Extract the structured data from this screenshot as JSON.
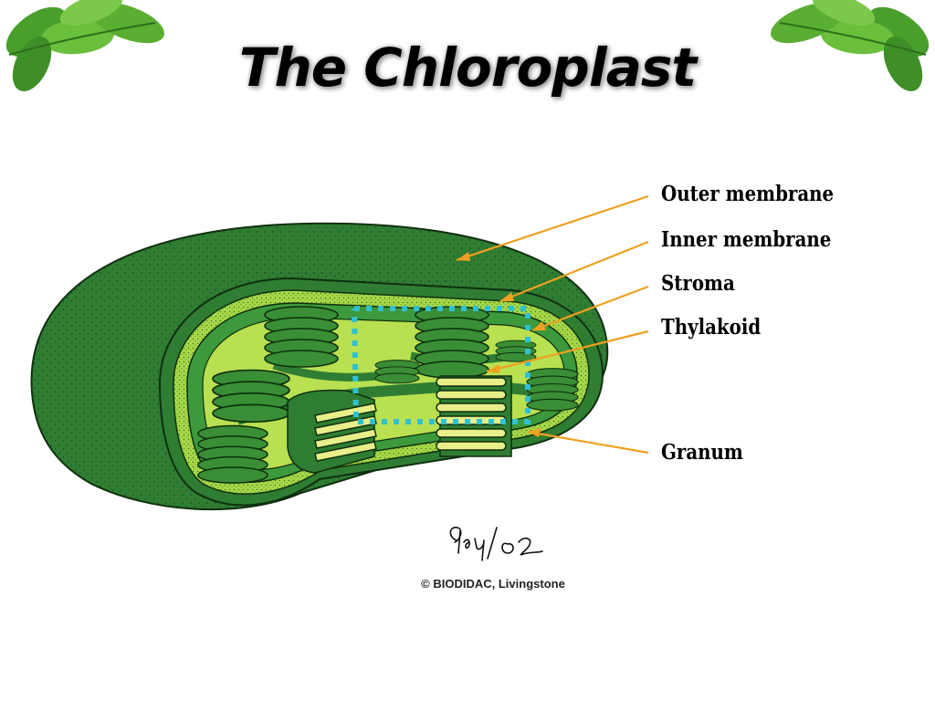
{
  "slide": {
    "title": "The Chloroplast",
    "credit": "© BIODIDAC, Livingstone",
    "signature": "9ey/02"
  },
  "labels": {
    "outer_membrane": "Outer membrane",
    "inner_membrane": "Inner membrane",
    "stroma": "Stroma",
    "thylakoid": "Thylakoid",
    "granum": "Granum"
  },
  "icons": {
    "decoration": "leaf-cluster-icon"
  },
  "colors": {
    "dark_green": "#2f7d32",
    "mid_green": "#3c9a3c",
    "light_green": "#a8d848",
    "yellow_green": "#e8ee88",
    "callout_line": "#f0a020",
    "highlight_box": "#30c0d0"
  }
}
